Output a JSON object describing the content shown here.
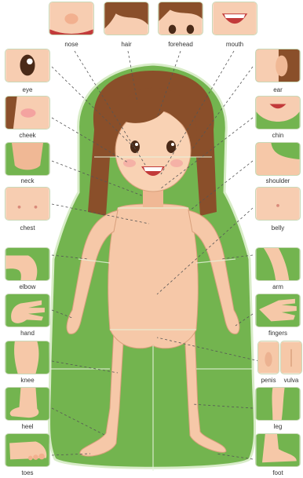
{
  "labels": {
    "nose": "nose",
    "hair": "hair",
    "forehead": "forehead",
    "mouth": "mouth",
    "eye": "eye",
    "ear": "ear",
    "cheek": "cheek",
    "chin": "chin",
    "neck": "neck",
    "shoulder": "shoulder",
    "chest": "chest",
    "belly": "belly",
    "elbow": "elbow",
    "arm": "arm",
    "hand": "hand",
    "fingers": "fingers",
    "knee": "knee",
    "penis": "penis",
    "vulva": "vulva",
    "heel": "heel",
    "leg": "leg",
    "toes": "toes",
    "foot": "foot"
  },
  "colors": {
    "green": "#6fb04a",
    "skin": "#f6c8a8",
    "hair": "#8a4f2a"
  }
}
